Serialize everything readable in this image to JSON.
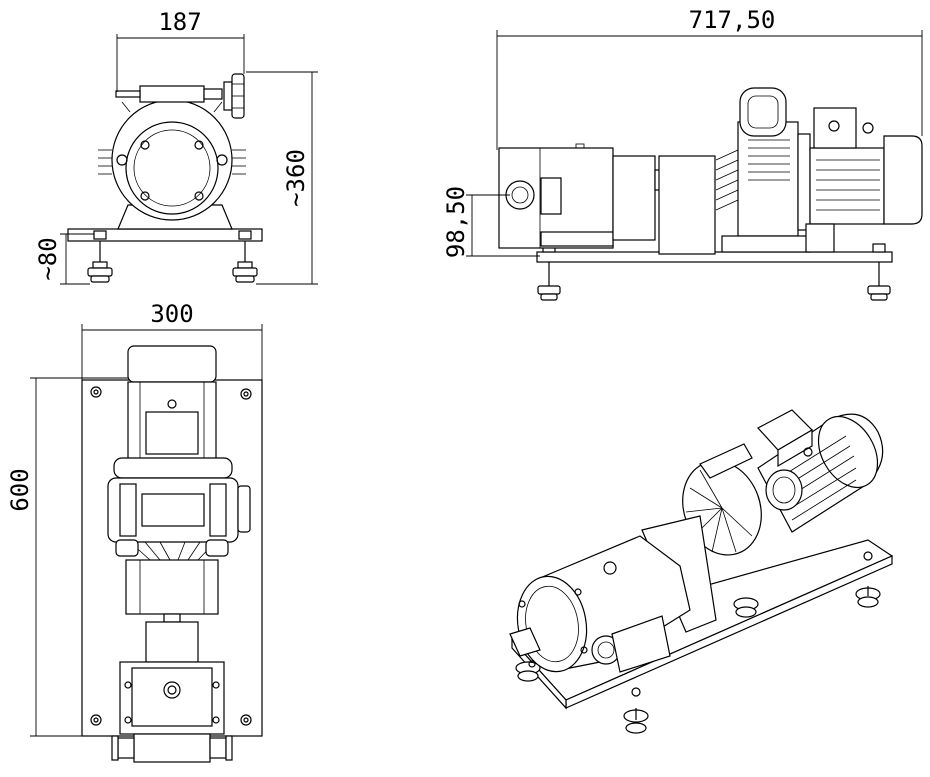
{
  "views": {
    "front": {
      "width_label": "187",
      "height_label": "~360",
      "foot_label": "~80"
    },
    "side": {
      "length_label": "717,50",
      "inlet_height_label": "98,50"
    },
    "top": {
      "width_label": "300",
      "length_label": "600"
    },
    "iso": {}
  }
}
